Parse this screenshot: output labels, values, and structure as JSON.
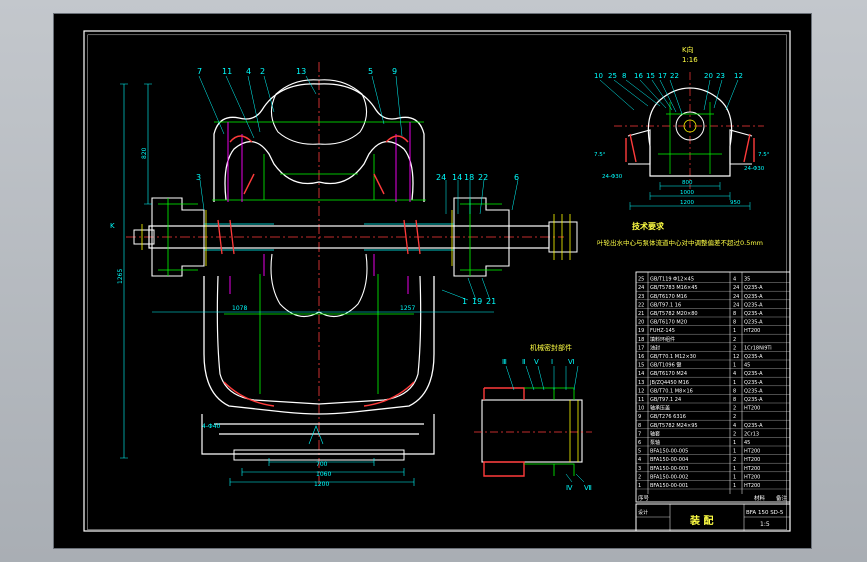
{
  "drawing": {
    "title_block": {
      "drawing_type": "装 配",
      "scale": "1:5",
      "code": "BFA 150 SD-5",
      "material_header": "材料",
      "remark_header": "备注",
      "seq_header": "序号",
      "name_small": "设计"
    },
    "section_view": {
      "title": "K向",
      "scale": "1:16"
    },
    "notes": {
      "heading": "技术要求",
      "line1": "叶轮出水中心与泵体流道中心对中调整偏差不超过0.5mm"
    },
    "seal_detail": {
      "title": "机械密封部件"
    },
    "part_numbers_main": [
      "7",
      "11",
      "4",
      "2",
      "13",
      "5",
      "9",
      "3",
      "24",
      "14",
      "18",
      "22",
      "6",
      "1",
      "19",
      "21"
    ],
    "part_numbers_kview": [
      "10",
      "25",
      "8",
      "16",
      "15",
      "17",
      "22",
      "20",
      "23",
      "12"
    ],
    "seal_labels": [
      "Ⅲ",
      "Ⅱ",
      "Ⅴ",
      "Ⅰ",
      "Ⅵ",
      "Ⅳ",
      "Ⅶ"
    ],
    "dimensions": {
      "d1": "1078",
      "d2": "1257",
      "d3": "700",
      "d4": "1060",
      "d5": "1200",
      "d6": "1265",
      "d7": "820",
      "d8": "4-Φ40",
      "kd1": "800",
      "kd2": "1000",
      "kd3": "1200",
      "kd4": "950",
      "kd5": "24-Φ30",
      "kd6": "24-Φ30",
      "kd7": "7.5°",
      "kd8": "7.5°",
      "k_mark": "K"
    },
    "bom_rows": [
      {
        "no": "25",
        "name": "GB/T119 Φ12×45",
        "qty": "4",
        "mat": "35"
      },
      {
        "no": "24",
        "name": "GB/T5783 M16×45",
        "qty": "24",
        "mat": "Q235-A"
      },
      {
        "no": "23",
        "name": "GB/T6170 M16",
        "qty": "24",
        "mat": "Q235-A"
      },
      {
        "no": "22",
        "name": "GB/T97.1 16",
        "qty": "24",
        "mat": "Q235-A"
      },
      {
        "no": "21",
        "name": "GB/T5782 M20×80",
        "qty": "8",
        "mat": "Q235-A"
      },
      {
        "no": "20",
        "name": "GB/T6170 M20",
        "qty": "8",
        "mat": "Q235-A"
      },
      {
        "no": "19",
        "name": "FUHZ-145",
        "qty": "1",
        "mat": "HT200"
      },
      {
        "no": "18",
        "name": "填料环组件",
        "qty": "2",
        "mat": ""
      },
      {
        "no": "17",
        "name": "油封",
        "qty": "2",
        "mat": "1Cr18Ni9Ti"
      },
      {
        "no": "16",
        "name": "GB/T70.1 M12×30",
        "qty": "12",
        "mat": "Q235-A"
      },
      {
        "no": "15",
        "name": "GB/T1096 键",
        "qty": "1",
        "mat": "45"
      },
      {
        "no": "14",
        "name": "GB/T6170 M24",
        "qty": "4",
        "mat": "Q235-A"
      },
      {
        "no": "13",
        "name": "JB/ZQ4450 M16",
        "qty": "1",
        "mat": "Q235-A"
      },
      {
        "no": "12",
        "name": "GB/T70.1 M8×16",
        "qty": "8",
        "mat": "Q235-A"
      },
      {
        "no": "11",
        "name": "GB/T97.1 24",
        "qty": "8",
        "mat": "Q235-A"
      },
      {
        "no": "10",
        "name": "轴承压盖",
        "qty": "2",
        "mat": "HT200"
      },
      {
        "no": "9",
        "name": "GB/T276 6316",
        "qty": "2",
        "mat": ""
      },
      {
        "no": "8",
        "name": "GB/T5782 M24×95",
        "qty": "4",
        "mat": "Q235-A"
      },
      {
        "no": "7",
        "name": "轴套",
        "qty": "2",
        "mat": "2Cr13"
      },
      {
        "no": "6",
        "name": "泵轴",
        "qty": "1",
        "mat": "45"
      },
      {
        "no": "5",
        "name": "BFA150-00-005",
        "qty": "1",
        "mat": "HT200"
      },
      {
        "no": "4",
        "name": "BFA150-00-004",
        "qty": "2",
        "mat": "HT200"
      },
      {
        "no": "3",
        "name": "BFA150-00-003",
        "qty": "1",
        "mat": "HT200"
      },
      {
        "no": "2",
        "name": "BFA150-00-002",
        "qty": "1",
        "mat": "HT200"
      },
      {
        "no": "1",
        "name": "BFA150-00-001",
        "qty": "1",
        "mat": "HT200"
      }
    ]
  }
}
